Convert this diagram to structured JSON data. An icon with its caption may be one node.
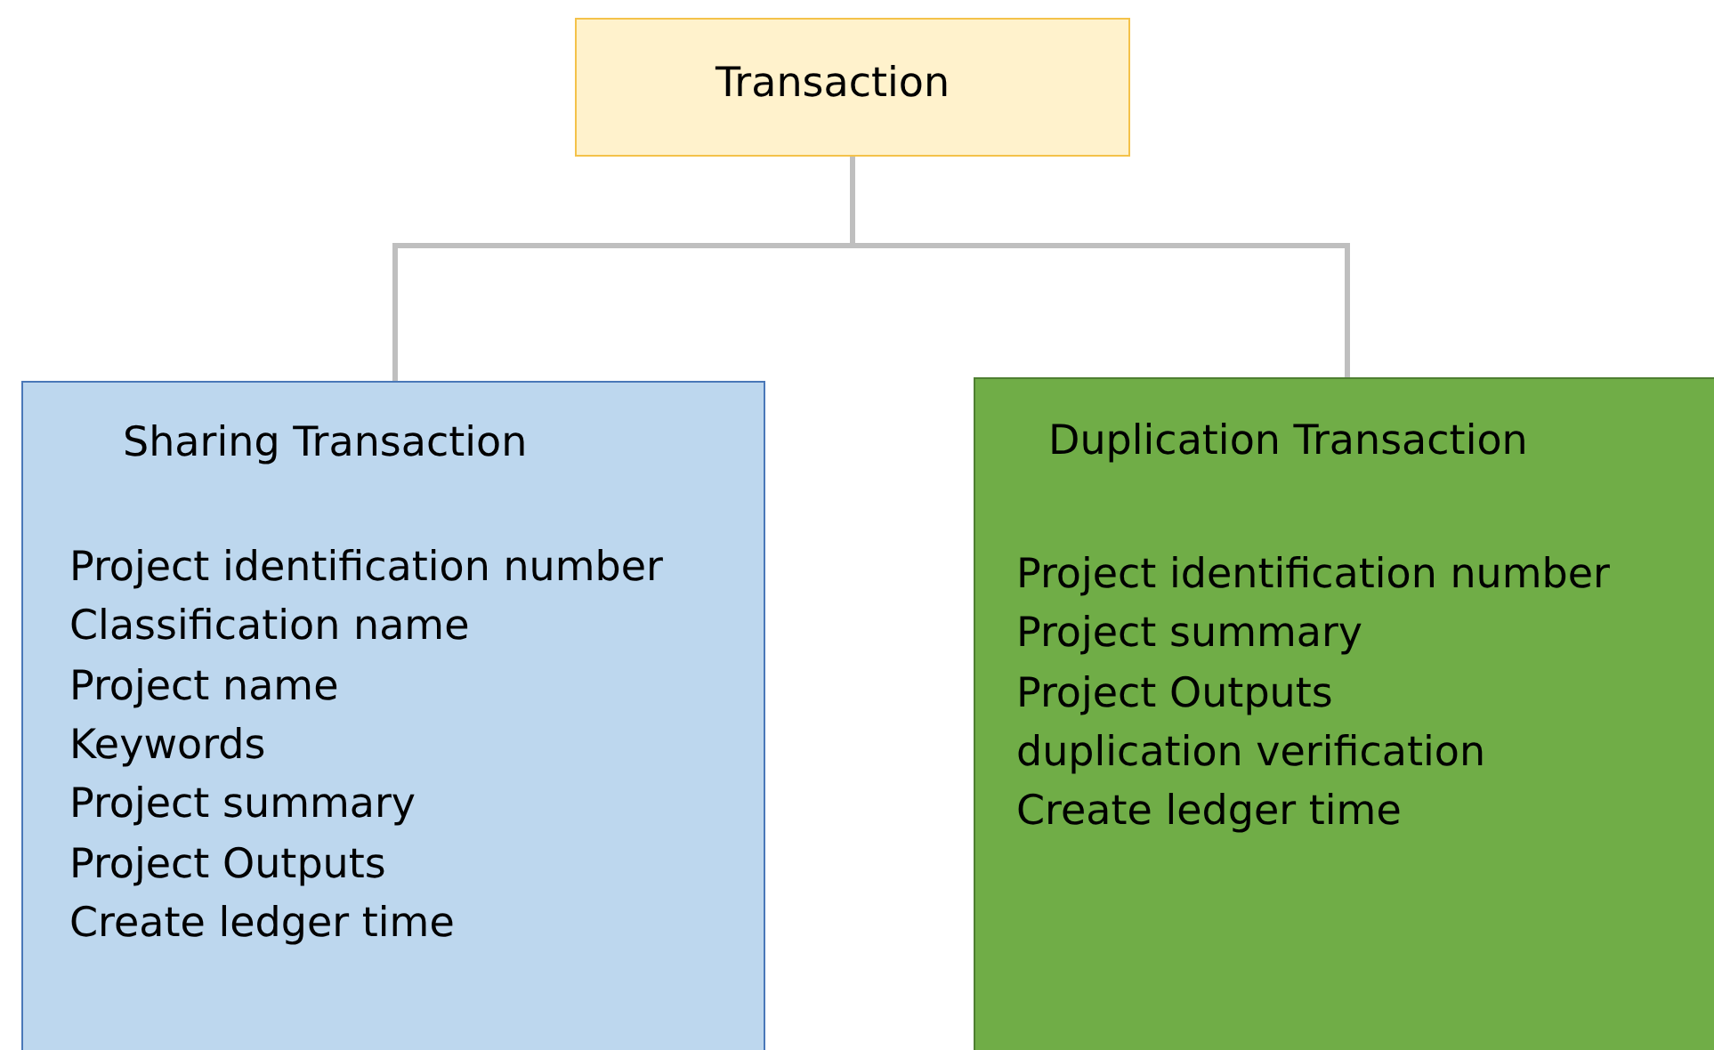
{
  "diagram": {
    "nodes": [
      {
        "text": [
          "Transaction"
        ]
      },
      {
        "text": [
          "Sharing Transaction",
          "Project identification number",
          "Classification name",
          "Project name",
          "Keywords",
          "Project summary",
          "Project Outputs",
          "Create ledger time"
        ]
      },
      {
        "text": [
          "Duplication Transaction",
          "Project identification number",
          "Project summary",
          "Project Outputs",
          "duplication verification",
          "Create ledger time"
        ]
      }
    ],
    "edges": [
      {
        "from": 0,
        "to": 1,
        "arrow": "none"
      },
      {
        "from": 0,
        "to": 2,
        "arrow": "none"
      }
    ]
  }
}
